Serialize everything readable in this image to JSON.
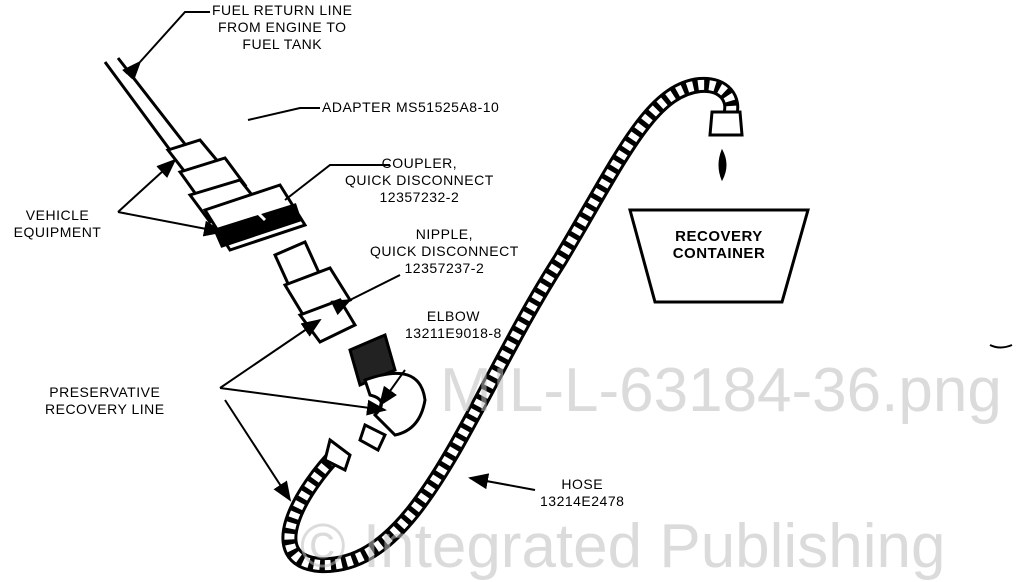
{
  "labels": {
    "fuel_return_line": [
      "FUEL RETURN LINE",
      "FROM ENGINE TO",
      "FUEL TANK"
    ],
    "adapter": "ADAPTER MS51525A8-10",
    "coupler": [
      "COUPLER,",
      "QUICK DISCONNECT",
      "12357232-2"
    ],
    "vehicle_equipment": [
      "VEHICLE",
      "EQUIPMENT"
    ],
    "nipple": [
      "NIPPLE,",
      "QUICK DISCONNECT",
      "12357237-2"
    ],
    "elbow": [
      "ELBOW",
      "13211E9018-8"
    ],
    "preservative_recovery_line": [
      "PRESERVATIVE",
      "RECOVERY LINE"
    ],
    "hose": [
      "HOSE",
      "13214E2478"
    ],
    "recovery_container": [
      "RECOVERY",
      "CONTAINER"
    ]
  },
  "watermark": [
    "© Integrated Publishing",
    "MIL-L-63184-36.png"
  ]
}
